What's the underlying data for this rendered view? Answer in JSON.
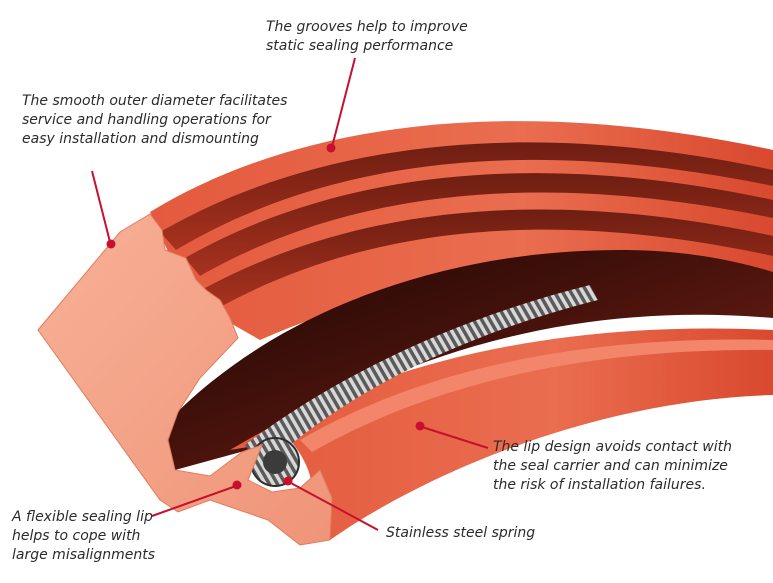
{
  "callouts": {
    "grooves": {
      "lines": [
        "The grooves help to improve",
        "static sealing performance"
      ]
    },
    "smooth_od": {
      "lines": [
        "The smooth outer diameter facilitates",
        "service and handling operations for",
        "easy installation and dismounting"
      ]
    },
    "lip_design": {
      "lines": [
        "The lip design avoids contact with",
        "the seal carrier and can minimize",
        "the risk of installation failures."
      ]
    },
    "spring": {
      "lines": [
        "Stainless steel spring"
      ]
    },
    "flexible_lip": {
      "lines": [
        "A flexible sealing lip",
        "helps to cope  with",
        "large misalignments"
      ]
    }
  },
  "colors": {
    "seal_light": "#f4a184",
    "seal_mid": "#e9664a",
    "seal_dark": "#c4402a",
    "seal_shadow": "#3a0c08",
    "leader": "#c8102e",
    "text": "#2b2b2b"
  }
}
